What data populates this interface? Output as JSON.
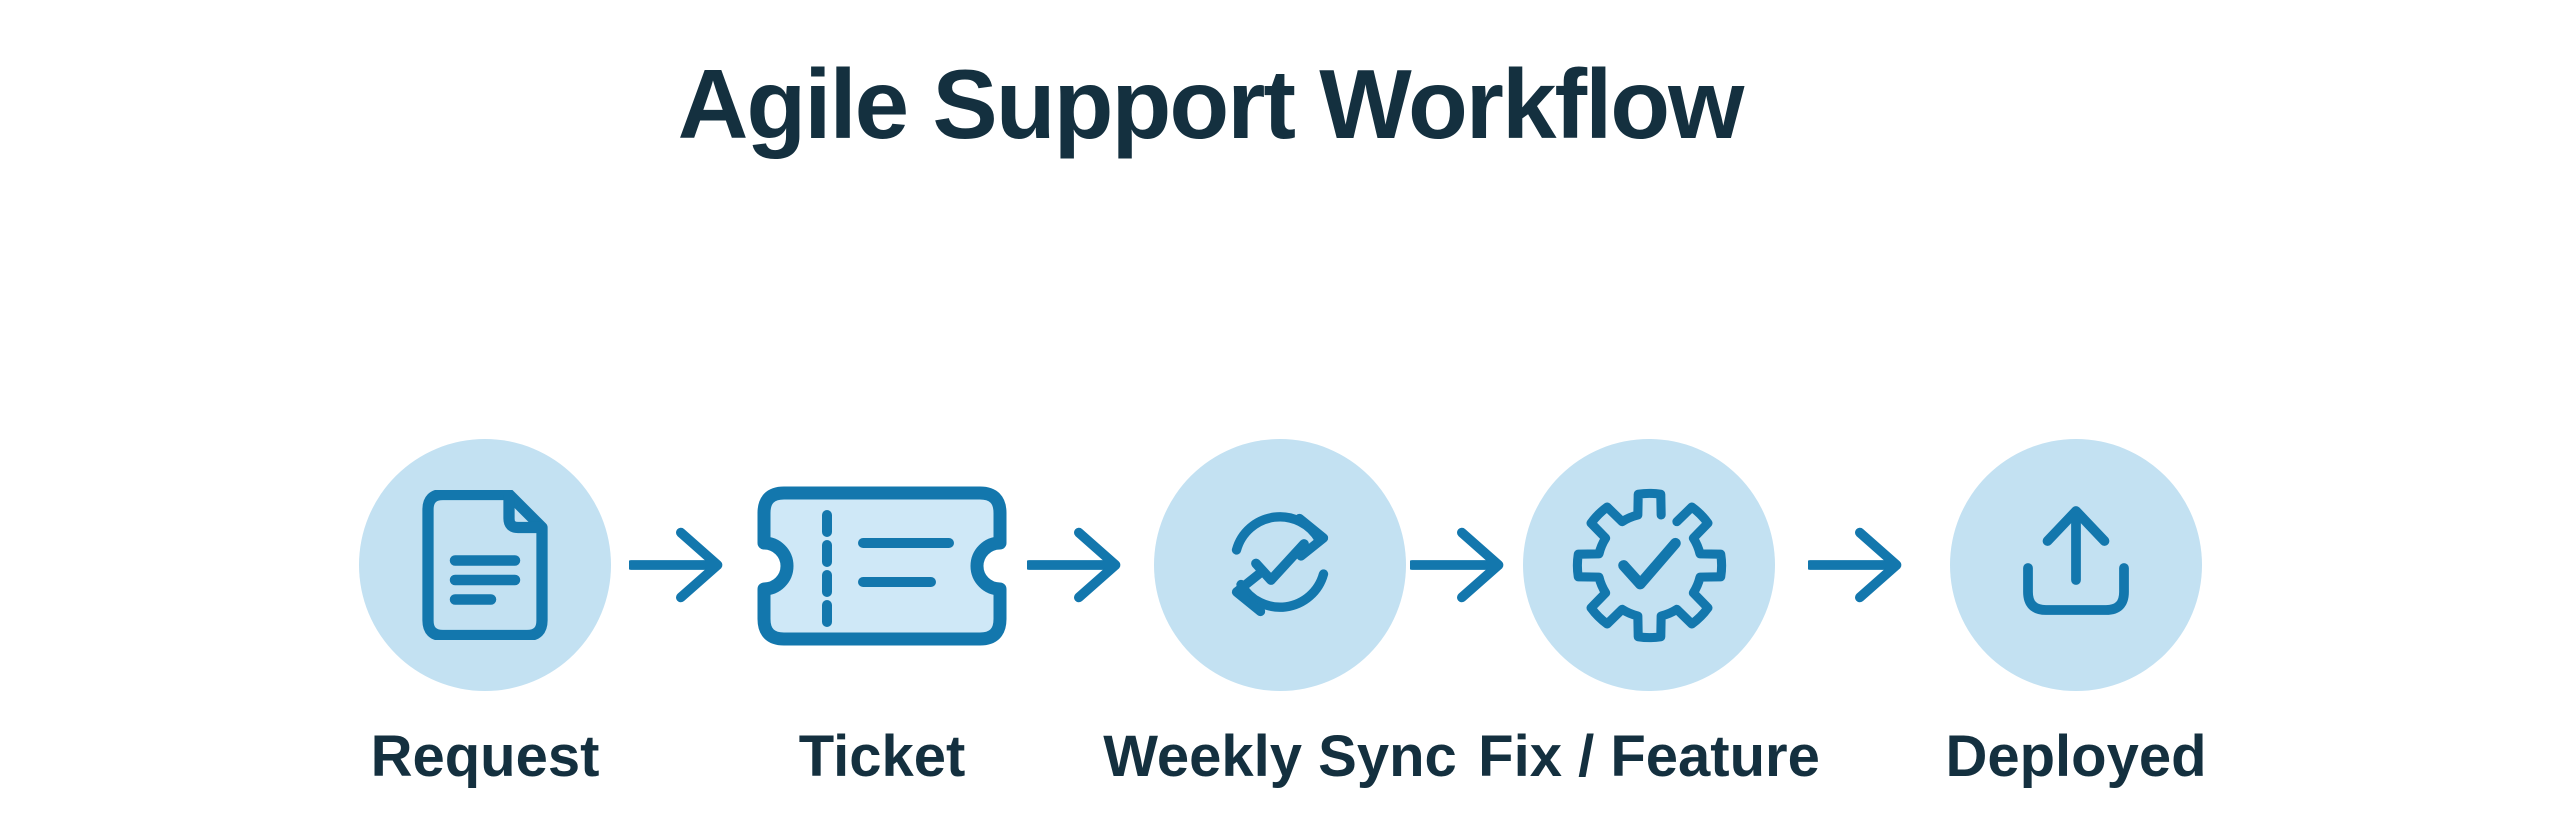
{
  "title": "Agile Support Workflow",
  "colors": {
    "background": "#ffffff",
    "accent": "#1377ad",
    "circle_fill": "#c3e1f2",
    "ticket_fill": "#cfe8f7",
    "text": "#14303f"
  },
  "steps": [
    {
      "label": "Request",
      "icon": "document-icon"
    },
    {
      "label": "Ticket",
      "icon": "ticket-icon"
    },
    {
      "label": "Weekly Sync",
      "icon": "sync-check-icon"
    },
    {
      "label": "Fix / Feature",
      "icon": "gear-check-icon"
    },
    {
      "label": "Deployed",
      "icon": "upload-icon"
    }
  ],
  "connectors": {
    "icon": "arrow-right-icon",
    "count": 4
  }
}
